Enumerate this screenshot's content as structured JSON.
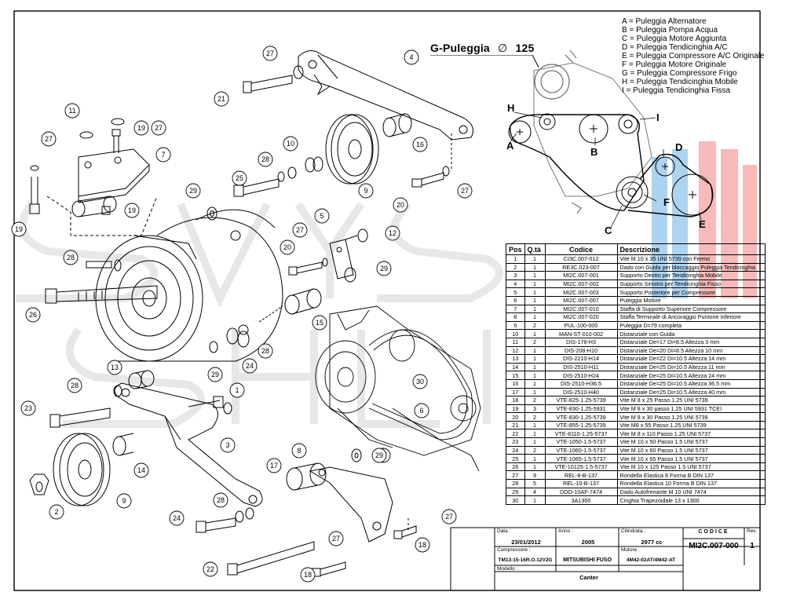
{
  "g_pulley": {
    "label": "G-Puleggia",
    "diameter_symbol": "∅",
    "diameter": "125"
  },
  "legend": [
    "A = Puleggia Alternatore",
    "B = Puleggia Pompa Acqua",
    "C = Puleggia Motore Aggiunta",
    "D = Puleggia Tendicinghia A/C",
    "E = Puleggia Compressore A/C Originale",
    "F = Puleggia Motore Originale",
    "G = Puleggia Compressore Frigo",
    "H = Puleggia Tendicinghia Mobile",
    "I = Puleggia Tendicinghia Fissa"
  ],
  "schematic_letters": [
    "A",
    "B",
    "C",
    "D",
    "E",
    "F",
    "H",
    "I"
  ],
  "callouts": [
    "1",
    "2",
    "3",
    "4",
    "5",
    "6",
    "7",
    "8",
    "9",
    "10",
    "11",
    "12",
    "13",
    "14",
    "15",
    "16",
    "17",
    "18",
    "19",
    "20",
    "21",
    "22",
    "23",
    "24",
    "25",
    "26",
    "27",
    "28",
    "29",
    "30"
  ],
  "table": {
    "headers": [
      "Pos",
      "Q.tà",
      "Codice",
      "Descrizione"
    ],
    "rows": [
      [
        "1",
        "1",
        "CI3C.007-012",
        "Vite M 10 x 35 UNI 5739 con Fermo"
      ],
      [
        "2",
        "1",
        "RE3C.023-007",
        "Dado con Guida per bloccaggio Puleggia Tendicinghia"
      ],
      [
        "3",
        "1",
        "MI2C.007-001",
        "Supporto Destro per Tendicinghia Mobile"
      ],
      [
        "4",
        "1",
        "MI2C.007-002",
        "Supporto Sinistro per Tendicinghia Fisso"
      ],
      [
        "5",
        "1",
        "MI2C.007-003",
        "Supporto Posteriore per Compressore"
      ],
      [
        "6",
        "1",
        "MI2C.007-007",
        "Puleggia Motore"
      ],
      [
        "7",
        "1",
        "MI2C.007-010",
        "Staffa di Supporto Superiore Compressore"
      ],
      [
        "8",
        "1",
        "MI2C.007-020",
        "Staffa Terminale di Ancoraggio Puntone Inferiore"
      ],
      [
        "9",
        "2",
        "PUL-100-000",
        "Puleggia D=79 completa"
      ],
      [
        "10",
        "1",
        "MAN-ST-010-002",
        "Distanziale con Guida"
      ],
      [
        "11",
        "2",
        "DIS-178-H3",
        "Distanziale De=17 Di=8.5 Altezza 3 mm"
      ],
      [
        "12",
        "1",
        "DIS-208-H10",
        "Distanziale De=20 Di=8.5 Altezza 10 mm"
      ],
      [
        "13",
        "1",
        "DIS-2210-H14",
        "Distanziale De=22 Di=10.5 Altezza 14 mm"
      ],
      [
        "14",
        "1",
        "DIS-2510-H11",
        "Distanziale De=25 Di=10.5 Altezza 11 mm"
      ],
      [
        "15",
        "1",
        "DIS-2510-H24",
        "Distanziale De=25 Di=10.5 Altezza 24 mm"
      ],
      [
        "16",
        "1",
        "DIS-2510-H36.5",
        "Distanziale De=25 Di=10.5 Altezza 36.5 mm"
      ],
      [
        "17",
        "1",
        "DIS-2510-H40",
        "Distanziale De=25 Di=10.5 Altezza 40 mm"
      ],
      [
        "18",
        "2",
        "VTE-825-1.25-5739",
        "Vite M 8 x 25 Passo 1.25 UNI 5739"
      ],
      [
        "19",
        "3",
        "VTE-830-1.25-5931",
        "Vite M 8 x 30 passo 1.25 UNI 5931 TCEI"
      ],
      [
        "20",
        "2",
        "VTE-830-1.25-5739",
        "Vite M 8 x 30 Passo 1.25 UNI 5739"
      ],
      [
        "21",
        "1",
        "VTE-855-1.25-5739",
        "Vite M8 x 55 Passo 1.25 UNI 5739"
      ],
      [
        "22",
        "1",
        "VTE-8110-1.25-5737",
        "Vite M 8 x 110 Passo 1.25 UNI 5737"
      ],
      [
        "23",
        "1",
        "VTE-1050-1.5-5737",
        "Vite M 10 x 50 Passo 1.5 UNI 5737"
      ],
      [
        "24",
        "2",
        "VTE-1060-1.5-5737",
        "Vite M 10 x 60 Passo 1.5 UNI 5737"
      ],
      [
        "25",
        "1",
        "VTE-1065-1.5-5737",
        "Vite M 10 x 65 Passo 1.5 UNI 5737"
      ],
      [
        "26",
        "1",
        "VTE-10125-1.5-5737",
        "Vite M 10 x 125 Passo 1.5 UNI 5737"
      ],
      [
        "27",
        "9",
        "REL-8-B-137",
        "Rondella Elastica 8 Forma B DIN 137"
      ],
      [
        "28",
        "5",
        "REL-10-B-137",
        "Rondella Elastica 10 Forma B DIN 137"
      ],
      [
        "29",
        "4",
        "DDO-10AF-7474",
        "Dado Autofrenante M 10 UNI 7474"
      ],
      [
        "30",
        "1",
        "3A1300",
        "Cinghia Trapezoidale 13 x 1300"
      ]
    ]
  },
  "title_block": {
    "data_label": "Data :",
    "data": "23/01/2012",
    "anno_label": "Anno :",
    "anno": "2005",
    "cilindrata_label": "Cilindrata :",
    "cilindrata": "2977 cc",
    "codice_label": "CODICE",
    "codice": "MI2C.007-000",
    "rev_label": "Rev.",
    "rev": "1",
    "compressore_label": "Compressore :",
    "compressore": "TM13-15-16R.O.12V2G",
    "marca": "MITSUBISHI FUSO",
    "motore_label": "Motore :",
    "motore": "4M42-02AT/4M42-AT",
    "modello_label": "Modello :",
    "modello": "Canter"
  }
}
